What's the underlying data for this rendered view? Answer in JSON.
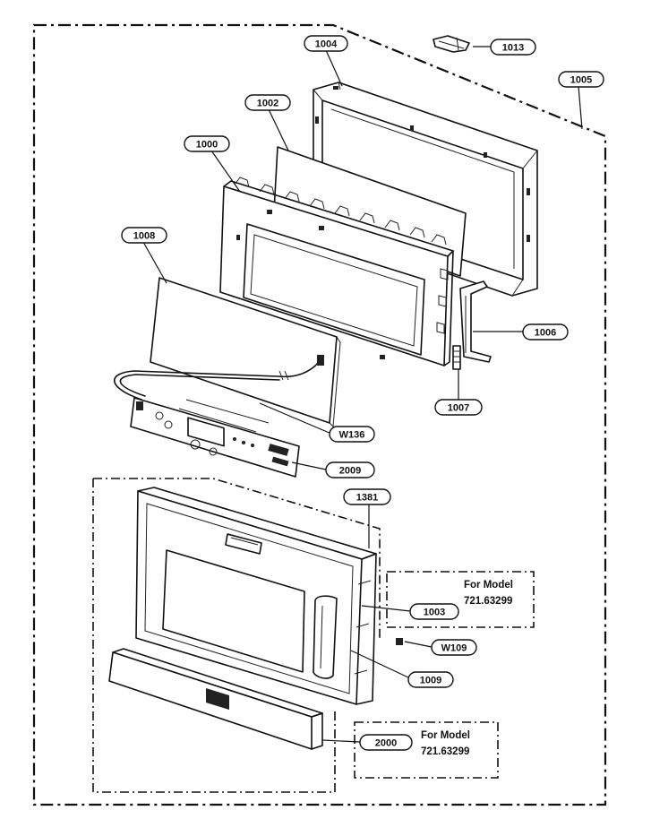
{
  "callouts": {
    "c1000": "1000",
    "c1002": "1002",
    "c1004": "1004",
    "c1005": "1005",
    "c1006": "1006",
    "c1007": "1007",
    "c1008": "1008",
    "c1013": "1013",
    "w136": "W136",
    "c2009": "2009",
    "c1381": "1381",
    "c1003": "1003",
    "w109": "W109",
    "c1009": "1009",
    "c2000": "2000"
  },
  "notes": {
    "upper": {
      "line1": "For Model",
      "line2": "721.63299"
    },
    "lower": {
      "line1": "For Model",
      "line2": "721.63299"
    }
  }
}
